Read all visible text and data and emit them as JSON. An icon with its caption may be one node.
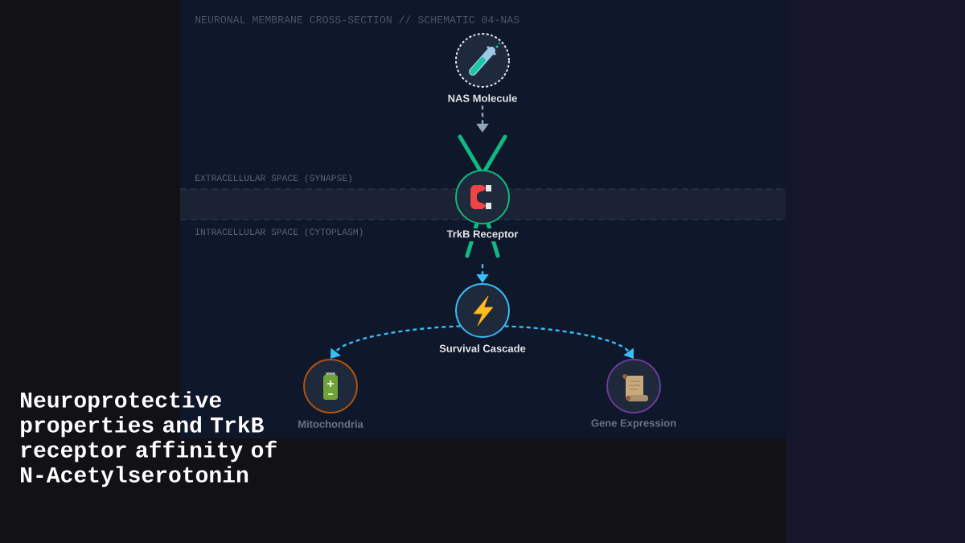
{
  "diagram": {
    "title": "Neuroprotective properties and TrkB receptor affinity of N-Acetylserotonin",
    "nodes": [
      {
        "text": [
          "NAS Molecule"
        ]
      },
      {
        "text": [
          "TrkB Receptor"
        ]
      },
      {
        "text": [
          "Survival Cascade"
        ]
      },
      {
        "text": [
          "Mitochondria"
        ]
      },
      {
        "text": [
          "Gene Expression"
        ]
      }
    ],
    "edges": [
      {
        "from": 0,
        "to": 1,
        "arrow": "to",
        "style": "dashed",
        "color": "#94a3b8"
      },
      {
        "from": 1,
        "to": 2,
        "arrow": "to",
        "style": "dashed"
      },
      {
        "from": 2,
        "to": 3,
        "arrow": "to",
        "style": "dashed"
      },
      {
        "from": 2,
        "to": 4,
        "arrow": "to",
        "style": "dashed"
      }
    ],
    "labels": [
      "NEURONAL MEMBRANE CROSS-SECTION // SCHEMATIC 04-NAS",
      "EXTRACELLULAR SPACE (SYNAPSE)",
      "INTRACELLULAR SPACE (CYTOPLASM)"
    ]
  }
}
